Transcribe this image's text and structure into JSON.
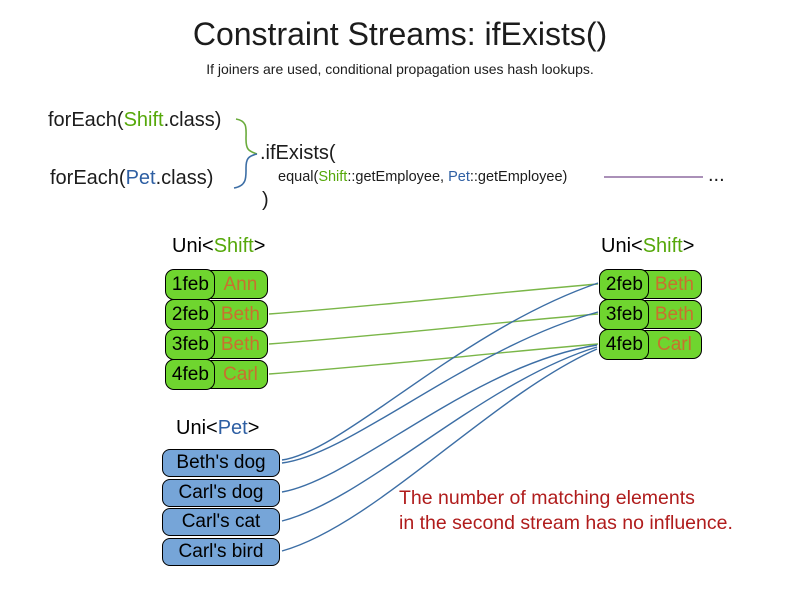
{
  "slide": {
    "title": "Constraint Streams: ifExists()",
    "subtitle": "If joiners are used, conditional propagation uses hash lookups."
  },
  "code": {
    "foreach_shift": {
      "pre": "forEach(",
      "type": "Shift",
      "post": ".class)"
    },
    "foreach_pet": {
      "pre": "forEach(",
      "type": "Pet",
      "post": ".class)"
    },
    "if_exists": ".ifExists(",
    "equal": {
      "pre": "equal(",
      "type1": "Shift",
      "mid": "::getEmployee, ",
      "type2": "Pet",
      "post": "::getEmployee)"
    },
    "ellipsis": "...",
    "close_paren": ")"
  },
  "left_table": {
    "label": {
      "pre": "Uni<",
      "type": "Shift",
      "post": ">"
    },
    "rows": [
      {
        "date": "1feb",
        "name": "Ann"
      },
      {
        "date": "2feb",
        "name": "Beth"
      },
      {
        "date": "3feb",
        "name": "Beth"
      },
      {
        "date": "4feb",
        "name": "Carl"
      }
    ]
  },
  "right_table": {
    "label": {
      "pre": "Uni<",
      "type": "Shift",
      "post": ">"
    },
    "rows": [
      {
        "date": "2feb",
        "name": "Beth"
      },
      {
        "date": "3feb",
        "name": "Beth"
      },
      {
        "date": "4feb",
        "name": "Carl"
      }
    ]
  },
  "pet_list": {
    "label": {
      "pre": "Uni<",
      "type": "Pet",
      "post": ">"
    },
    "items": [
      {
        "name": "Beth's dog"
      },
      {
        "name": "Carl's dog"
      },
      {
        "name": "Carl's cat"
      },
      {
        "name": "Carl's bird"
      }
    ]
  },
  "note": {
    "line1": "The number of matching elements",
    "line2": "in the second stream has no influence."
  },
  "colors": {
    "shift_green_text": "#56a80a",
    "pet_blue_text": "#2e5fa3",
    "green_box_fill": "#6fd52f",
    "blue_box_fill": "#76a5d8",
    "orange_name_text": "#c8712e",
    "note_red": "#b01c1c",
    "green_match_line": "#7ab648",
    "blue_match_line": "#3c6ea5",
    "joiner_line": "#8d6ca0"
  }
}
